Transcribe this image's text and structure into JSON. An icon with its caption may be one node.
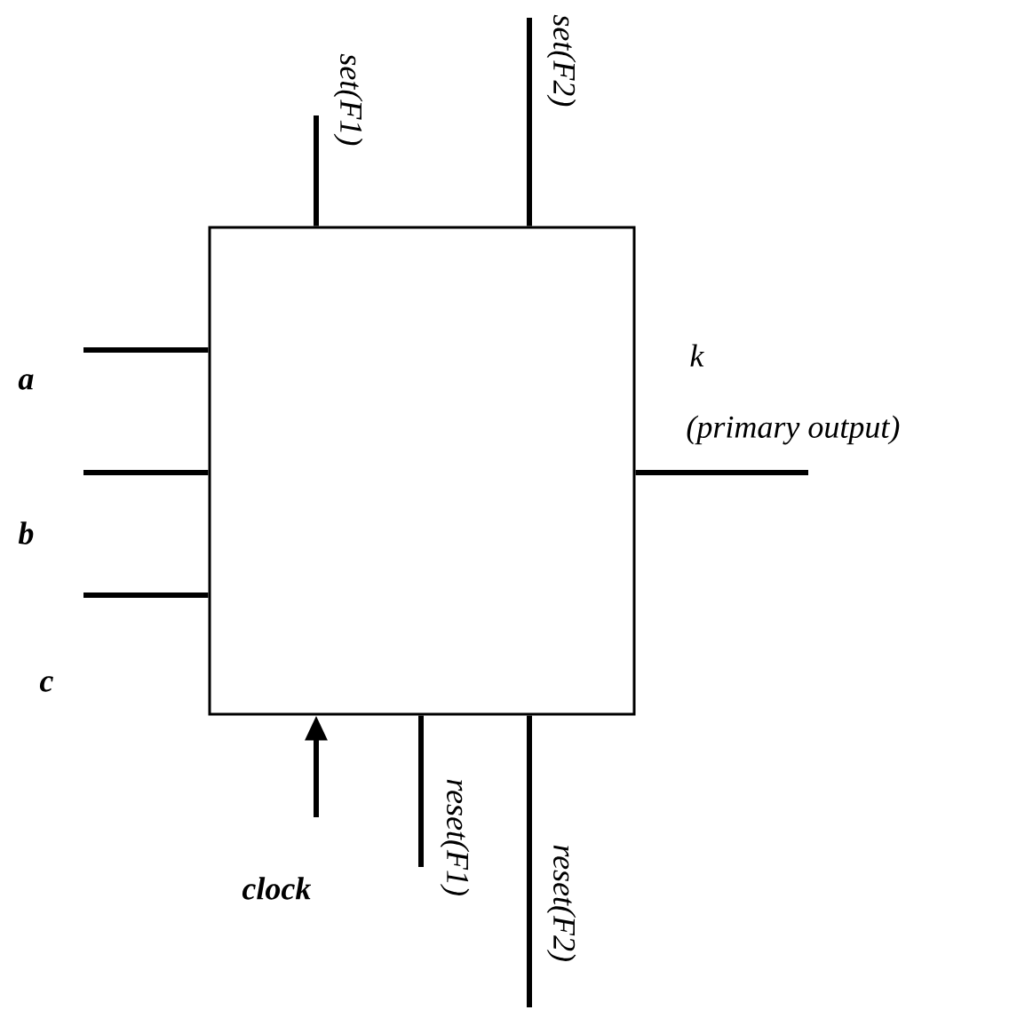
{
  "diagram": {
    "nodes": [
      {
        "text": [],
        "shape": "box"
      },
      {
        "text": [
          "set(F1)"
        ]
      },
      {
        "text": [
          "set(F2)"
        ]
      },
      {
        "text": [
          "k"
        ],
        "beside": [
          "(primary output)"
        ]
      },
      {
        "text": [
          "a"
        ]
      },
      {
        "text": [
          "b"
        ]
      },
      {
        "text": [
          "clock"
        ]
      },
      {
        "text": [
          "reset(F1)"
        ]
      },
      {
        "text": [
          "reset(F2)"
        ]
      }
    ],
    "edges": [
      {
        "from": 4,
        "to": 0,
        "arrow": "none"
      },
      {
        "from": 5,
        "to": 0,
        "arrow": "none"
      },
      {
        "from": null,
        "to": 0,
        "arrow": "none"
      },
      {
        "from": 1,
        "to": 0,
        "arrow": "none"
      },
      {
        "from": 2,
        "to": 0,
        "arrow": "none"
      },
      {
        "from": 0,
        "to": 3,
        "arrow": "none"
      },
      {
        "from": 6,
        "to": 0,
        "arrow": "to"
      },
      {
        "from": 7,
        "to": 0,
        "arrow": "none"
      },
      {
        "from": 8,
        "to": 0,
        "arrow": "none"
      }
    ],
    "labels": [
      "c"
    ]
  }
}
